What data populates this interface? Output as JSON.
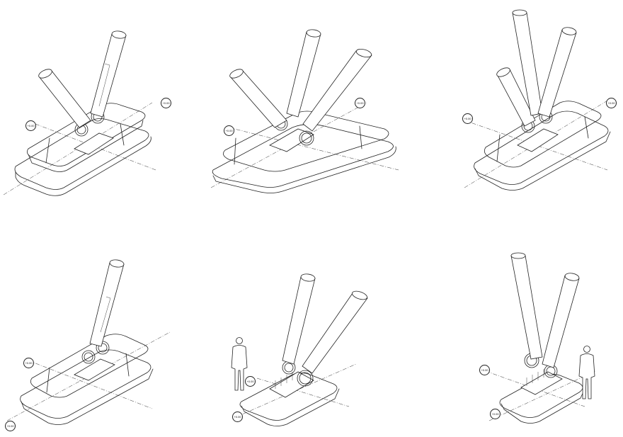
{
  "panels": [
    {
      "id": "p1",
      "tag_a": "+0.00",
      "tag_b": "+0.00",
      "figure": false
    },
    {
      "id": "p2",
      "tag_a": "+0.00",
      "tag_b": "+0.00",
      "figure": false
    },
    {
      "id": "p3",
      "tag_a": "+0.00",
      "tag_b": "+0.00",
      "figure": false
    },
    {
      "id": "p4",
      "tag_a": "+0.00",
      "tag_b": "+0.00",
      "figure": false
    },
    {
      "id": "p5",
      "tag_a": "+0.00",
      "tag_b": "+0.00",
      "figure": true
    },
    {
      "id": "p6",
      "tag_a": "+0.00",
      "tag_b": "+0.00",
      "figure": true
    }
  ],
  "colors": {
    "line": "#222222",
    "background": "#ffffff"
  }
}
